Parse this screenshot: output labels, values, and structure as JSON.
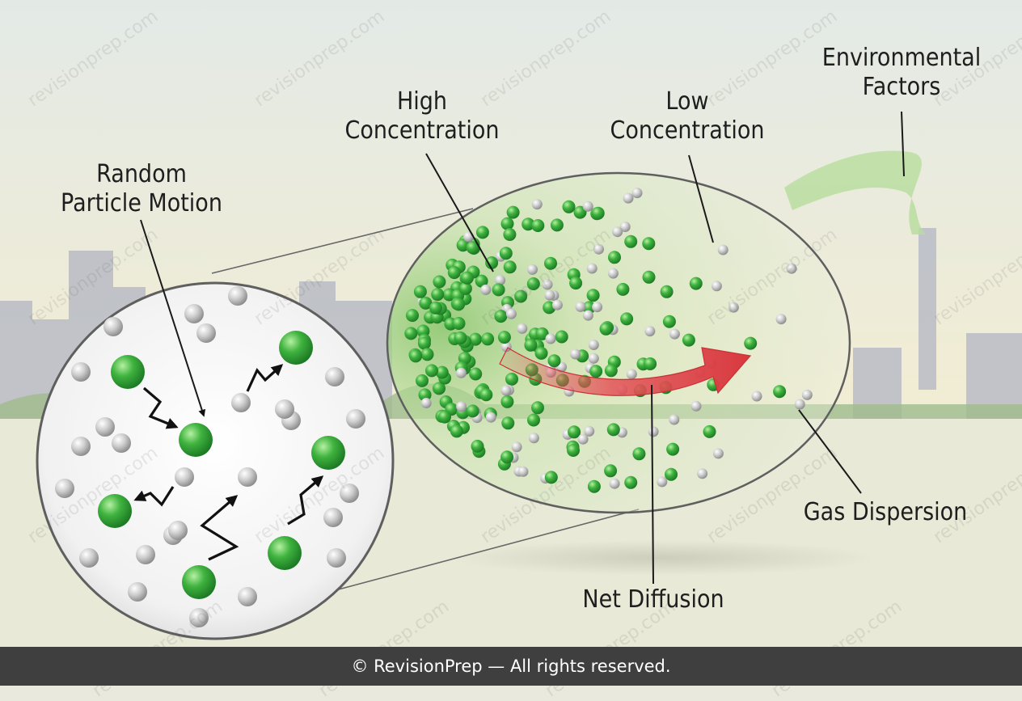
{
  "labels": {
    "random_motion": "Random\nParticle Motion",
    "high_concentration": "High\nConcentration",
    "low_concentration": "Low\nConcentration",
    "environmental_factors": "Environmental\nFactors",
    "gas_dispersion": "Gas Dispersion",
    "net_diffusion": "Net Diffusion"
  },
  "footer": {
    "text": "© RevisionPrep — All rights reserved."
  },
  "watermark": {
    "text": "revisionprep.com"
  },
  "colors": {
    "gas_particle": "#3fb33f",
    "air_particle": "#c4c4c4",
    "arrow": "#e2454a",
    "sky_top": "#e6ece6",
    "sky_horizon": "#f2ecd0",
    "ground": "#e8e9d6",
    "smoke": "#b7dd9c"
  },
  "icons": {
    "gas_particle": "green-sphere",
    "air_particle": "gray-sphere",
    "motion_arrow": "zigzag-arrow"
  }
}
